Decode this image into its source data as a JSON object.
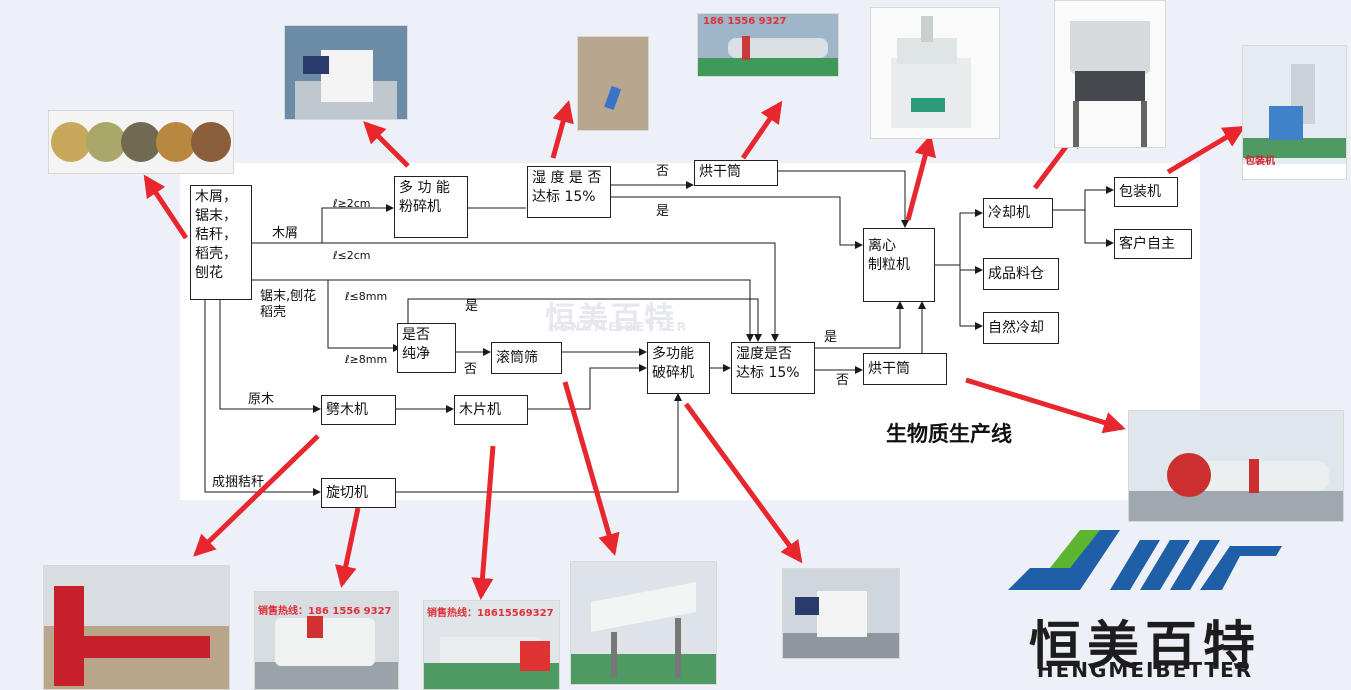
{
  "diagram_title": "生物质生产线",
  "nodes": {
    "raw_materials": "木屑，\n锯末，\n秸秆，\n稻壳，\n刨花",
    "multi_crusher_top": "多 功 能\n粉碎机",
    "humidity_top": "湿 度 是 否\n达标 15%",
    "dryer_top": "烘干筒",
    "pellet_mill": "离心\n制粒机",
    "cooler": "冷却机",
    "packer": "包装机",
    "customer": "客户自主",
    "finished_bin": "成品料仓",
    "natural_cool": "自然冷却",
    "is_clean": "是否\n纯净",
    "drum_screen": "滚筒筛",
    "multi_crusher_mid": "多功能\n破碎机",
    "humidity_mid": "湿度是否\n达标 15%",
    "dryer_mid": "烘干筒",
    "log_splitter": "劈木机",
    "chipper": "木片机",
    "rotary_cutter": "旋切机"
  },
  "edge_labels": {
    "ge_2cm": "ℓ≥2cm",
    "sawdust": "木屑",
    "le_2cm": "ℓ≤2cm",
    "no_top": "否",
    "yes_top": "是",
    "sawdust_shavings_husk": "锯末,刨花\n稻壳",
    "le_8mm": "ℓ≤8mm",
    "yes_clean": "是",
    "ge_8mm": "ℓ≥8mm",
    "no_clean": "否",
    "yes_mid": "是",
    "no_mid": "否",
    "logs": "原木",
    "bales": "成捆秸秆"
  },
  "hotlines": {
    "dryer_top": "186 1556 9327",
    "rotary_cutter": "销售热线：186 1556 9327",
    "chipper": "销售热线：18615569327"
  },
  "packer_caption": "包装机",
  "watermark": {
    "cn": "恒美百特",
    "en": "HENGMEIBETTER"
  },
  "logo": {
    "cn": "恒美百特",
    "en": "HENGMEIBETTER"
  },
  "colors": {
    "arrow_red": "#e8262e",
    "line": "#1a1a1a",
    "logo_green": "#5cb531",
    "logo_blue": "#1e5fa8"
  }
}
